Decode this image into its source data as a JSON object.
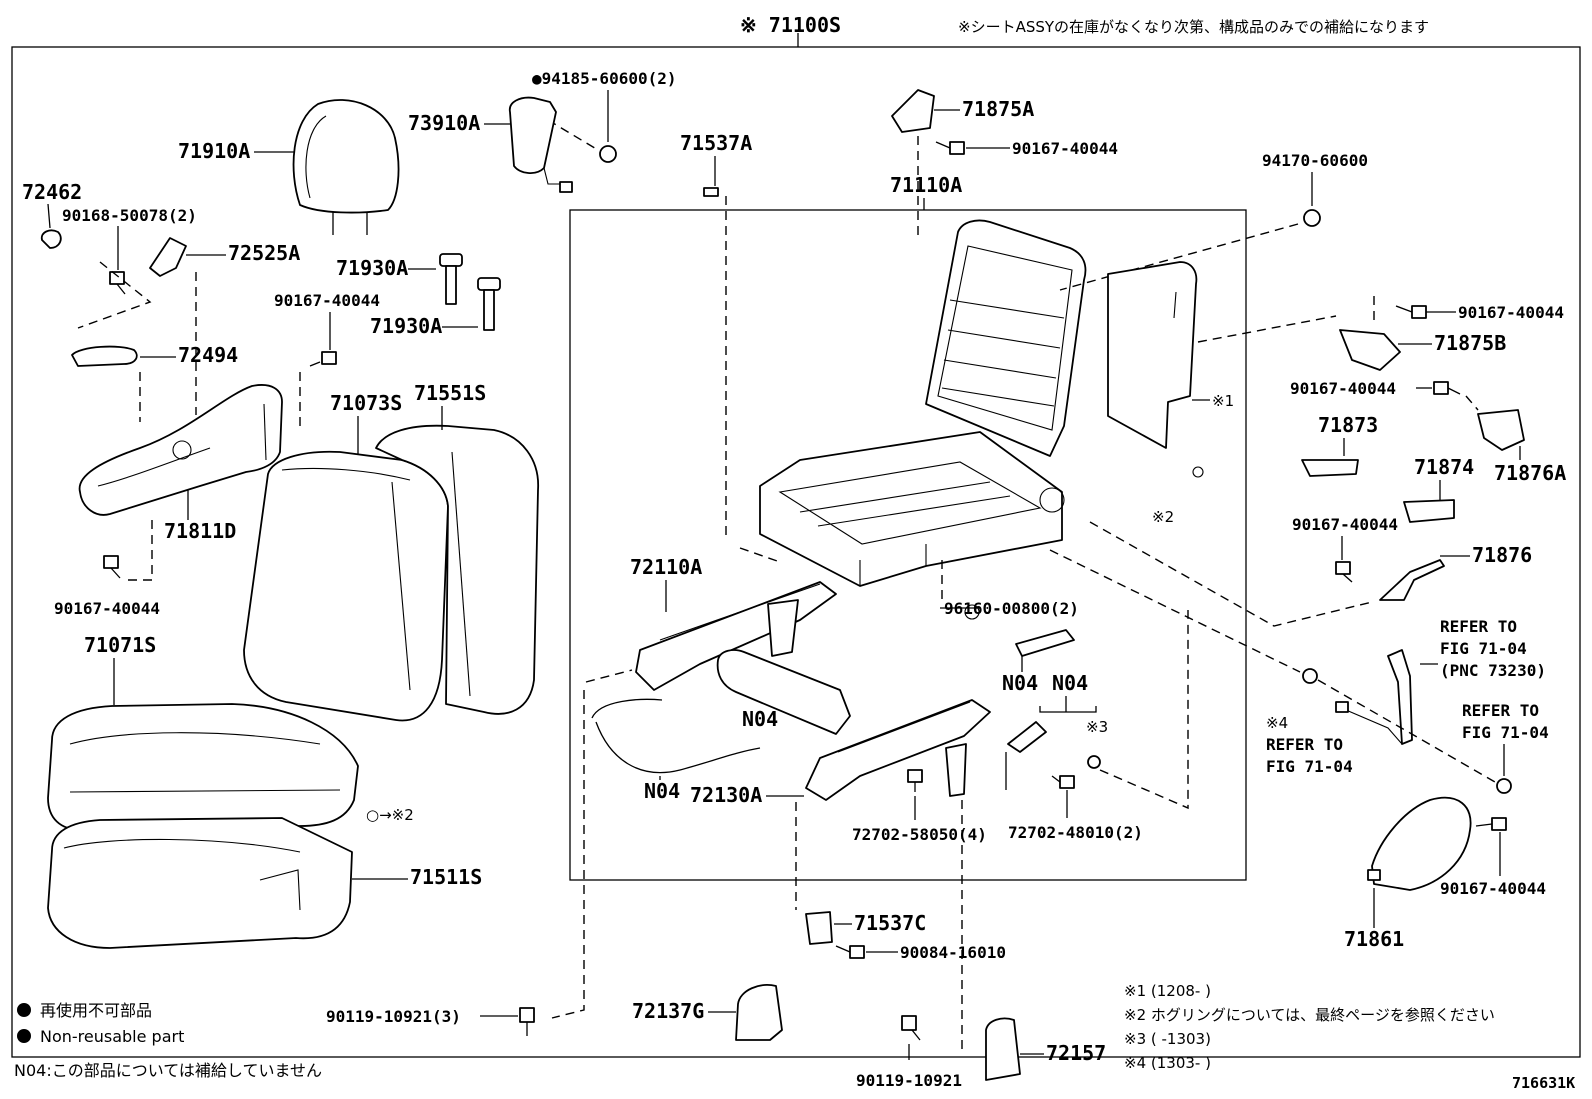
{
  "header": {
    "assembly_number": "※ 71100S",
    "note": "※シートASSYの在庫がなくなり次第、構成品のみでの補給になります"
  },
  "callouts": {
    "c71910A": "71910A",
    "c72462": "72462",
    "c90168": "90168-50078(2)",
    "c72525A": "72525A",
    "c72494": "72494",
    "c71811D": "71811D",
    "c90167_a": "90167-40044",
    "c90167_b": "90167-40044",
    "c71071S": "71071S",
    "c71511S": "71511S",
    "c94185": "●94185-60600(2)",
    "c73910A": "73910A",
    "c71930A_1": "71930A",
    "c71930A_2": "71930A",
    "c71073S": "71073S",
    "c71551S": "71551S",
    "c71537A": "71537A",
    "c71875A": "71875A",
    "c90167_c": "90167-40044",
    "c71110A": "71110A",
    "c94170": "94170-60600",
    "c90167_d": "90167-40044",
    "c71875B": "71875B",
    "c90167_e": "90167-40044",
    "c71873": "71873",
    "c71874": "71874",
    "c71876A": "71876A",
    "c90167_f": "90167-40044",
    "c71876": "71876",
    "c72110A": "72110A",
    "c96160": "96160-00800(2)",
    "cN04_a": "N04",
    "cN04_b": "N04",
    "cN04_c": "N04",
    "cN04_d": "N04",
    "c72130A": "72130A",
    "c72702_58050": "72702-58050(4)",
    "c72702_48010": "72702-48010(2)",
    "c71537C": "71537C",
    "c90084": "90084-16010",
    "c90119_a": "90119-10921(3)",
    "c72137G": "72137G",
    "c90119_b": "90119-10921",
    "c72157": "72157",
    "c71861": "71861",
    "c90167_g": "90167-40044",
    "cX1": "※1",
    "cX2a": "※2",
    "cX2b": "○→※2",
    "cX3": "※3",
    "cX4": "※4"
  },
  "refs": {
    "r1_l1": "REFER TO",
    "r1_l2": "FIG 71-04",
    "r1_l3": "(PNC 73230)",
    "r2_l1": "REFER TO",
    "r2_l2": "FIG 71-04",
    "r3_l1": "REFER TO",
    "r3_l2": "FIG 71-04"
  },
  "legend": {
    "nonreuse_jp": "再使用不可部品",
    "nonreuse_en": "Non-reusable part",
    "n04_note": "N04:この部品については補給していません"
  },
  "notes": {
    "n1": "※1 (1208-     )",
    "n2": "※2 ホグリングについては、最終ページを参照ください",
    "n3": "※3 (      -1303)",
    "n4": "※4 (1303-     )"
  },
  "figure_code": "716631K"
}
